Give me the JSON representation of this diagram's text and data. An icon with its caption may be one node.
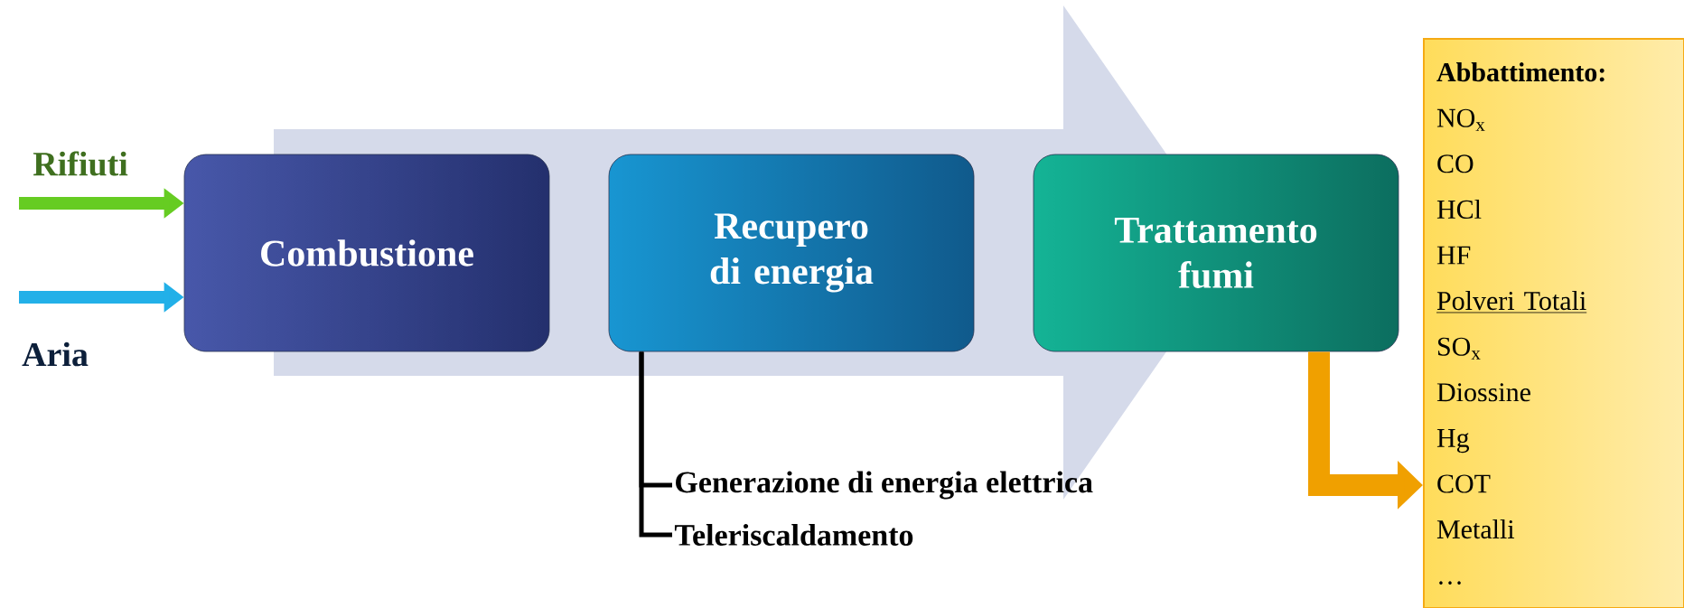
{
  "diagram": {
    "nodes": [
      {
        "text": [
          "Combustione"
        ]
      },
      {
        "text": [
          "Recupero di energia"
        ]
      },
      {
        "text": [
          "Trattamento fumi"
        ]
      },
      {
        "text": [
          "Generazione di energia elettrica"
        ]
      },
      {
        "text": [
          "Teleriscaldamento"
        ]
      },
      {
        "text": [
          "Abbattimento:",
          "NO$_{x}$",
          "CO",
          "HCl",
          "HF",
          "Polveri Totali",
          "SO$_{x}$",
          "Diossine",
          "Hg",
          "COT",
          "Metalli",
          "…"
        ]
      }
    ],
    "edges": [
      {
        "from": null,
        "to": 0,
        "arrow": "to",
        "label": "Rifiuti",
        "color": "#66cc22"
      },
      {
        "from": null,
        "to": 0,
        "arrow": "to",
        "label": "Aria",
        "color": "#22b0e8"
      },
      {
        "from": 1,
        "to": 3,
        "arrow": "none"
      },
      {
        "from": 1,
        "to": 4,
        "arrow": "none"
      },
      {
        "from": 2,
        "to": 5,
        "arrow": "to",
        "color": "#f0a000"
      },
      {
        "from": 0,
        "to": 2,
        "arrow": "to",
        "style": "thick",
        "color": "#d5daea"
      }
    ]
  }
}
